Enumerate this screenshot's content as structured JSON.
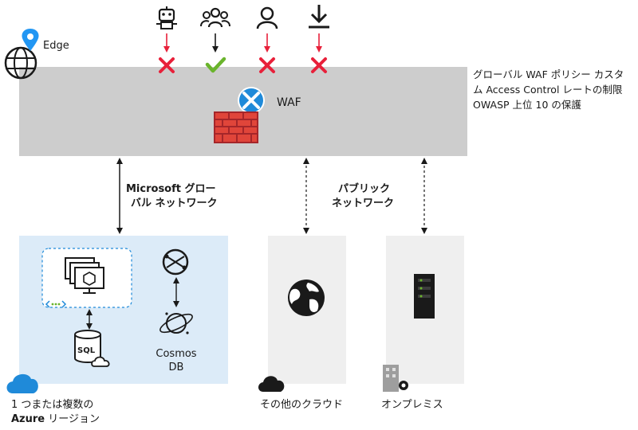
{
  "edge": {
    "label": "Edge"
  },
  "waf": {
    "label": "WAF",
    "side_note": "グローバル WAF ポリシー カスタム Access Control レートの制限 OWASP 上位 10 の保護"
  },
  "traffic": [
    {
      "icon": "bot-icon",
      "result": "blocked"
    },
    {
      "icon": "users-group-icon",
      "result": "allowed"
    },
    {
      "icon": "user-icon",
      "result": "blocked"
    },
    {
      "icon": "download-icon",
      "result": "blocked"
    }
  ],
  "links": {
    "microsoft_network_line1": "Microsoft グロー",
    "microsoft_network_line2": "バル ネットワーク",
    "public_network_line1": "パブリック",
    "public_network_line2": "ネットワーク"
  },
  "regions": {
    "azure_line1": "1 つまたは複数の",
    "azure_line2_bold": "Azure",
    "azure_line2_rest": " リージョン",
    "cosmos_line1": "Cosmos",
    "cosmos_line2": "DB",
    "sql_label": "SQL",
    "other_cloud": "その他のクラウド",
    "on_premises": "オンプレミス"
  },
  "colors": {
    "block": "#e8203a",
    "allow": "#6ab42c",
    "azure_blue": "#1f8ad9",
    "arrow_red": "#e8203a"
  }
}
